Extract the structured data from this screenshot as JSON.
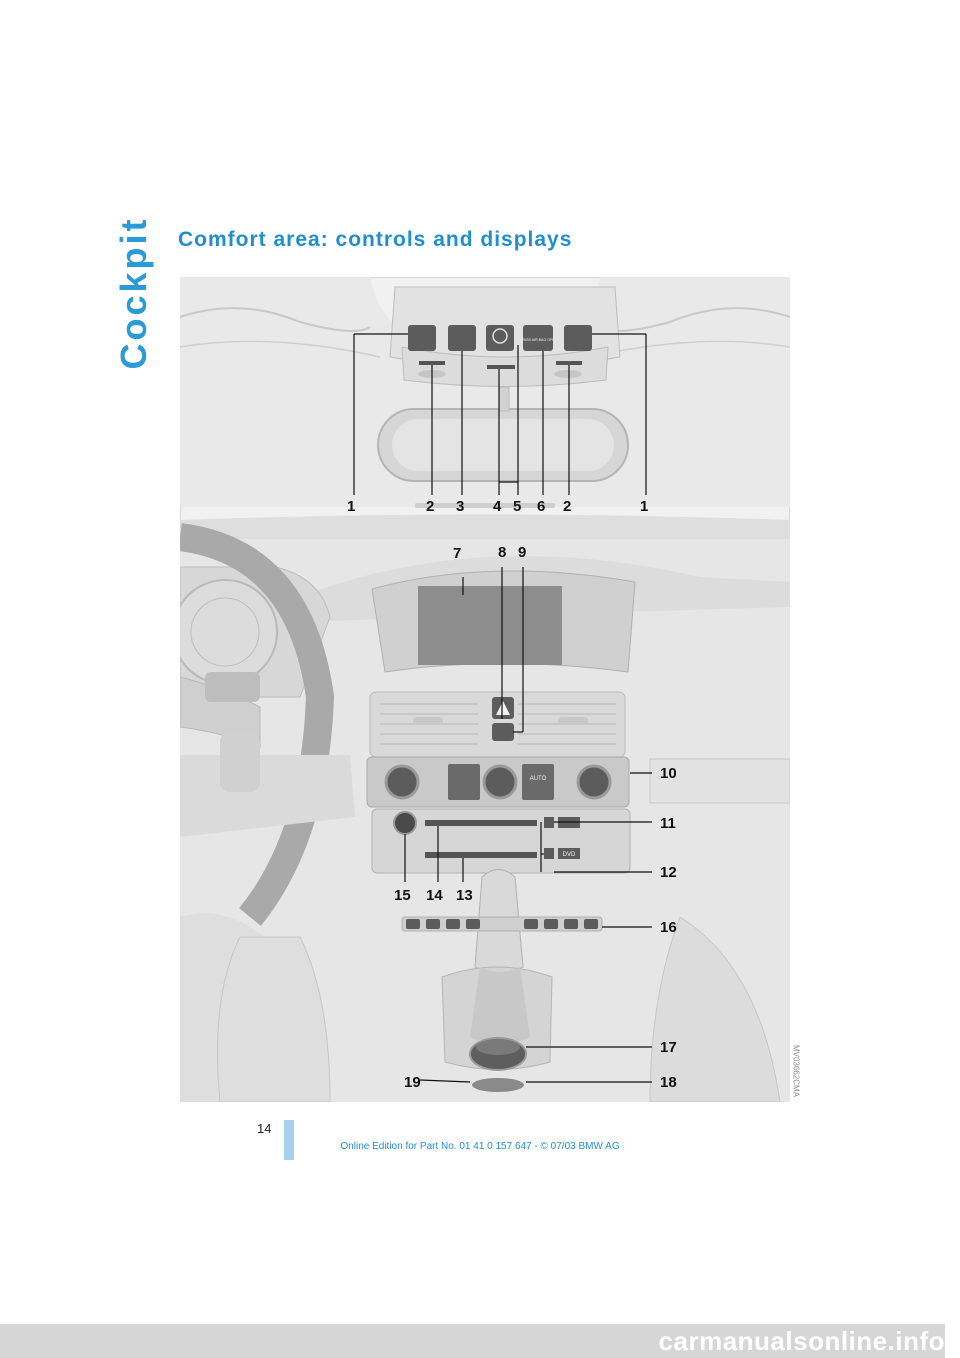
{
  "section": {
    "tab_label": "Cockpit"
  },
  "page": {
    "title": "Comfort area: controls and displays",
    "number": "14",
    "footer": "Online Edition for Part No. 01 41 0 157 647 - © 07/03 BMW AG",
    "watermark": "carmanualsonline.info"
  },
  "figure": {
    "code": "MV03662CMA",
    "callouts": {
      "c1a": "1",
      "c2a": "2",
      "c3": "3",
      "c4": "4",
      "c5": "5",
      "c6": "6",
      "c2b": "2",
      "c1b": "1",
      "c7": "7",
      "c8": "8",
      "c9": "9",
      "c10": "10",
      "c11": "11",
      "c12": "12",
      "c13": "13",
      "c14": "14",
      "c15": "15",
      "c16": "16",
      "c17": "17",
      "c18": "18",
      "c19": "19"
    },
    "overhead_labels": {
      "pass_airbag": "PASS AIR BAG OFF"
    },
    "console_labels": {
      "auto": "AUTO",
      "dvd": "DVD"
    }
  }
}
